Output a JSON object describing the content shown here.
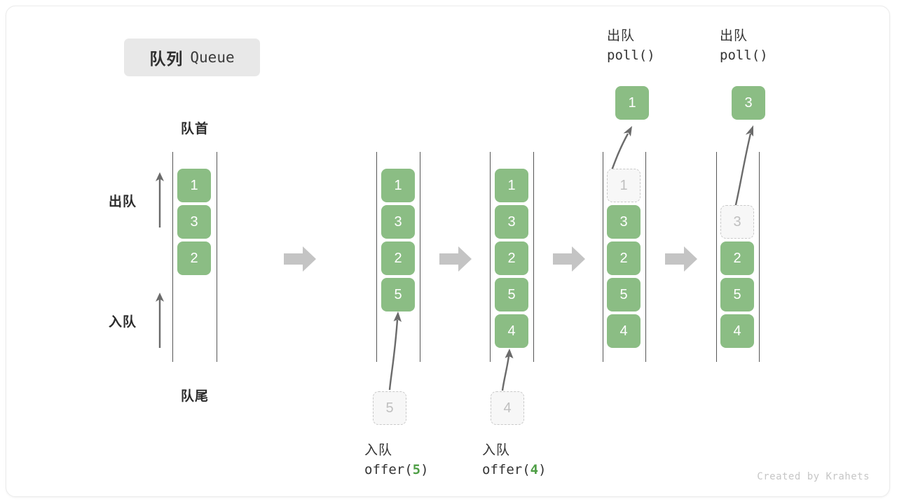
{
  "card": {
    "title_cn": "队列",
    "title_en": "Queue",
    "footer": "Created by Krahets"
  },
  "labels": {
    "front": "队首",
    "rear": "队尾",
    "dequeue": "出队",
    "enqueue": "入队"
  },
  "colors": {
    "cell_fill": "#8bbd84",
    "cell_text": "#ffffff",
    "ghost_fill": "#f7f7f7",
    "ghost_border": "#c9c9c9",
    "ghost_text": "#bfbfbf",
    "rail": "#555555",
    "step_arrow": "#c4c4c4",
    "accent_green": "#4e9e45",
    "chip_bg": "#e8e8e8"
  },
  "chart_data": {
    "type": "diagram",
    "title": "队列 Queue",
    "description": "Queue operations: offer(5), offer(4), poll(), poll()",
    "states": [
      {
        "id": "s0",
        "cells": [
          "1",
          "3",
          "2"
        ],
        "ghost": null,
        "popped": null,
        "caption": null
      },
      {
        "id": "s1",
        "cells": [
          "1",
          "3",
          "2",
          "5"
        ],
        "ghost": {
          "value": "5",
          "position": "below",
          "row": 3
        },
        "popped": null,
        "caption_cn": "入队",
        "caption_code": "offer(",
        "caption_arg": "5",
        "caption_tail": ")"
      },
      {
        "id": "s2",
        "cells": [
          "1",
          "3",
          "2",
          "5",
          "4"
        ],
        "ghost": {
          "value": "4",
          "position": "below",
          "row": 4
        },
        "popped": null,
        "caption_cn": "入队",
        "caption_code": "offer(",
        "caption_arg": "4",
        "caption_tail": ")"
      },
      {
        "id": "s3",
        "cells": [
          "3",
          "2",
          "5",
          "4"
        ],
        "ghost": {
          "value": "1",
          "position": "row",
          "row": 0
        },
        "popped": "1",
        "caption_cn": "出队",
        "caption_code": "poll()"
      },
      {
        "id": "s4",
        "cells": [
          "2",
          "5",
          "4"
        ],
        "ghost": {
          "value": "3",
          "position": "row",
          "row": 1
        },
        "popped": "3",
        "caption_cn": "出队",
        "caption_code": "poll()"
      }
    ]
  },
  "states": {
    "s0": {
      "cells": [
        {
          "value": "1"
        },
        {
          "value": "3"
        },
        {
          "value": "2"
        }
      ]
    },
    "s1": {
      "cells": [
        {
          "value": "1"
        },
        {
          "value": "3"
        },
        {
          "value": "2"
        },
        {
          "value": "5"
        }
      ],
      "ghost": "5",
      "caption_cn": "入队",
      "caption_pre": "offer(",
      "caption_arg": "5",
      "caption_post": ")"
    },
    "s2": {
      "cells": [
        {
          "value": "1"
        },
        {
          "value": "3"
        },
        {
          "value": "2"
        },
        {
          "value": "5"
        },
        {
          "value": "4"
        }
      ],
      "ghost": "4",
      "caption_cn": "入队",
      "caption_pre": "offer(",
      "caption_arg": "4",
      "caption_post": ")"
    },
    "s3": {
      "ghost": "1",
      "cells": [
        {
          "value": "3"
        },
        {
          "value": "2"
        },
        {
          "value": "5"
        },
        {
          "value": "4"
        }
      ],
      "popped": "1",
      "caption_cn": "出队",
      "caption_code": "poll()"
    },
    "s4": {
      "ghost": "3",
      "cells": [
        {
          "value": "2"
        },
        {
          "value": "5"
        },
        {
          "value": "4"
        }
      ],
      "popped": "3",
      "caption_cn": "出队",
      "caption_code": "poll()"
    }
  }
}
